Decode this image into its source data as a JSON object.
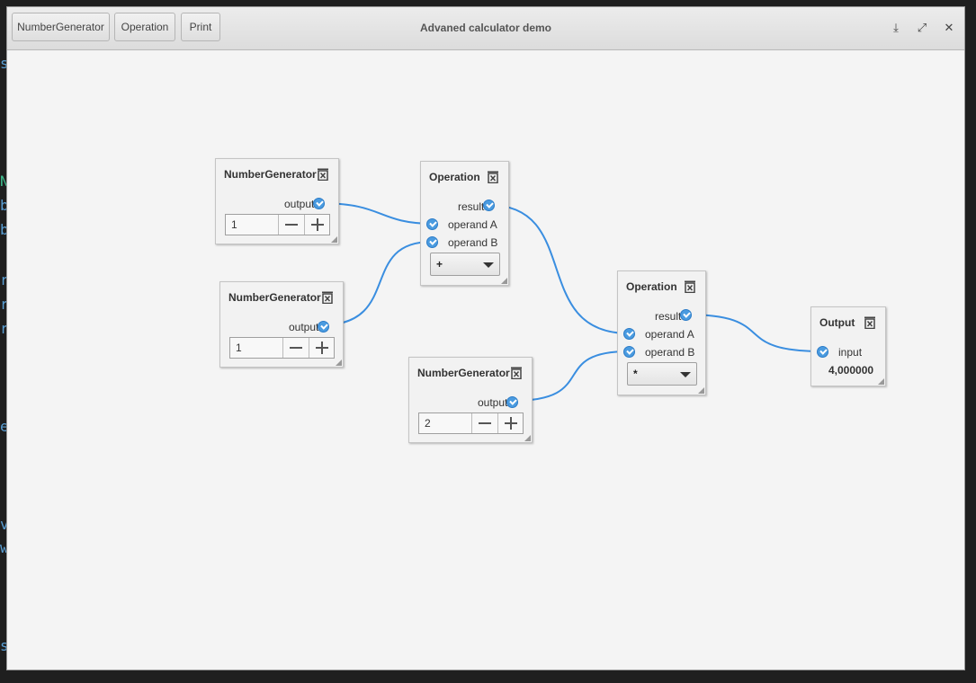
{
  "toolbar": {
    "buttons": [
      "NumberGenerator",
      "Operation",
      "Print"
    ],
    "title": "Advaned calculator demo"
  },
  "window_controls": {
    "download": "⤓",
    "maximize": "⤢",
    "close": "✕"
  },
  "nodes": {
    "gen1": {
      "title": "NumberGenerator",
      "port": "output",
      "value": "1"
    },
    "gen2": {
      "title": "NumberGenerator",
      "port": "output",
      "value": "1"
    },
    "gen3": {
      "title": "NumberGenerator",
      "port": "output",
      "value": "2"
    },
    "op1": {
      "title": "Operation",
      "result": "result",
      "operand_a": "operand A",
      "operand_b": "operand B",
      "operator": "+"
    },
    "op2": {
      "title": "Operation",
      "result": "result",
      "operand_a": "operand A",
      "operand_b": "operand B",
      "operator": "*"
    },
    "out": {
      "title": "Output",
      "port": "input",
      "value": "4,000000"
    }
  },
  "colors": {
    "wire": "#3a8ee0",
    "port": "#4a9be0"
  }
}
